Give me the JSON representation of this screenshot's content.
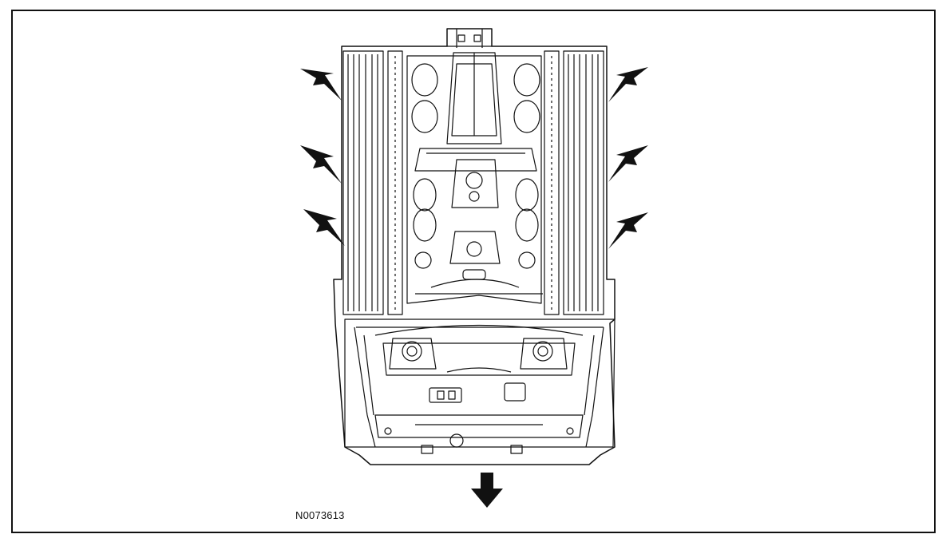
{
  "figure": {
    "id_label": "N0073613",
    "subject": "underbody-floor-pan-and-rocker-panels",
    "callout_arrows": [
      {
        "side": "left",
        "index": 1
      },
      {
        "side": "left",
        "index": 2
      },
      {
        "side": "left",
        "index": 3
      },
      {
        "side": "right",
        "index": 1
      },
      {
        "side": "right",
        "index": 2
      },
      {
        "side": "right",
        "index": 3
      }
    ],
    "direction_arrow": "down-arrow-icon"
  },
  "colors": {
    "line": "#111111",
    "fill": "#ffffff",
    "arrow": "#111111"
  }
}
